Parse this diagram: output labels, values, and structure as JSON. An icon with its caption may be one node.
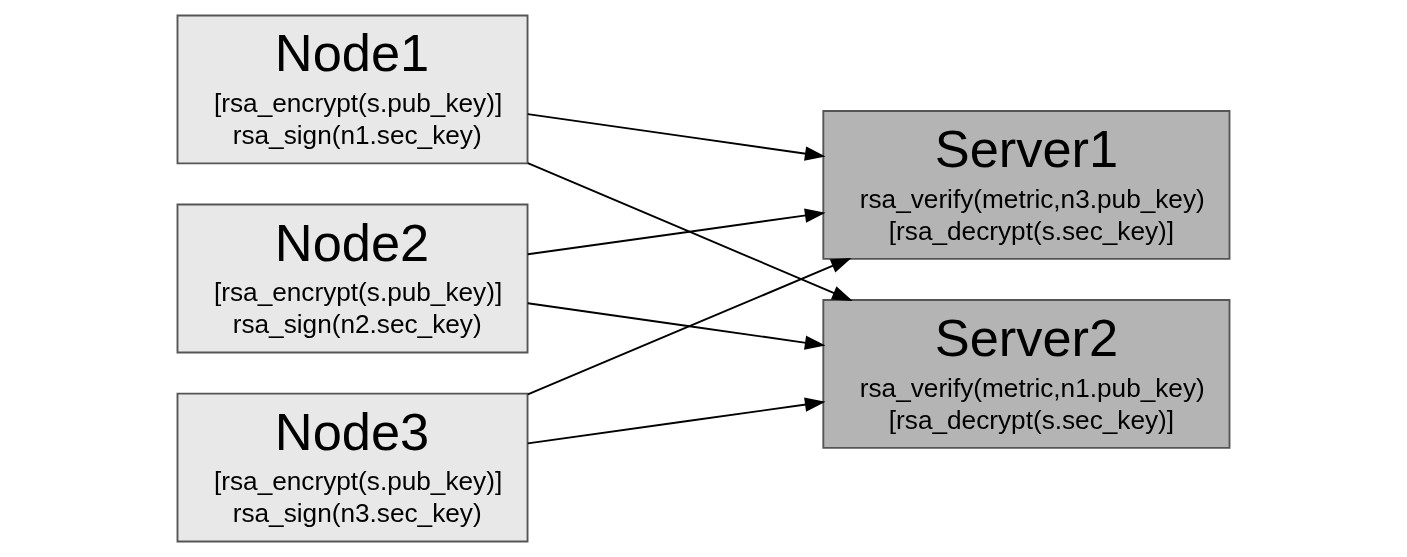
{
  "diagram": {
    "nodes": [
      {
        "text": [
          "Node1",
          "[rsa_encrypt(s.pub_key)]",
          "rsa_sign(n1.sec_key)"
        ]
      },
      {
        "text": [
          "Node2",
          "[rsa_encrypt(s.pub_key)]",
          "rsa_sign(n2.sec_key)"
        ]
      },
      {
        "text": [
          "Node3",
          "[rsa_encrypt(s.pub_key)]",
          "rsa_sign(n3.sec_key)"
        ]
      },
      {
        "text": [
          "Server1",
          "rsa_verify(metric,n3.pub_key)",
          "[rsa_decrypt(s.sec_key)]"
        ]
      },
      {
        "text": [
          "Server2",
          "rsa_verify(metric,n1.pub_key)",
          "[rsa_decrypt(s.sec_key)]"
        ]
      }
    ],
    "edges": [
      {
        "from": 0,
        "to": 3,
        "arrow": "to"
      },
      {
        "from": 0,
        "to": 4,
        "arrow": "to"
      },
      {
        "from": 1,
        "to": 3,
        "arrow": "to"
      },
      {
        "from": 1,
        "to": 4,
        "arrow": "to"
      },
      {
        "from": 2,
        "to": 3,
        "arrow": "to"
      },
      {
        "from": 2,
        "to": 4,
        "arrow": "to"
      }
    ]
  }
}
